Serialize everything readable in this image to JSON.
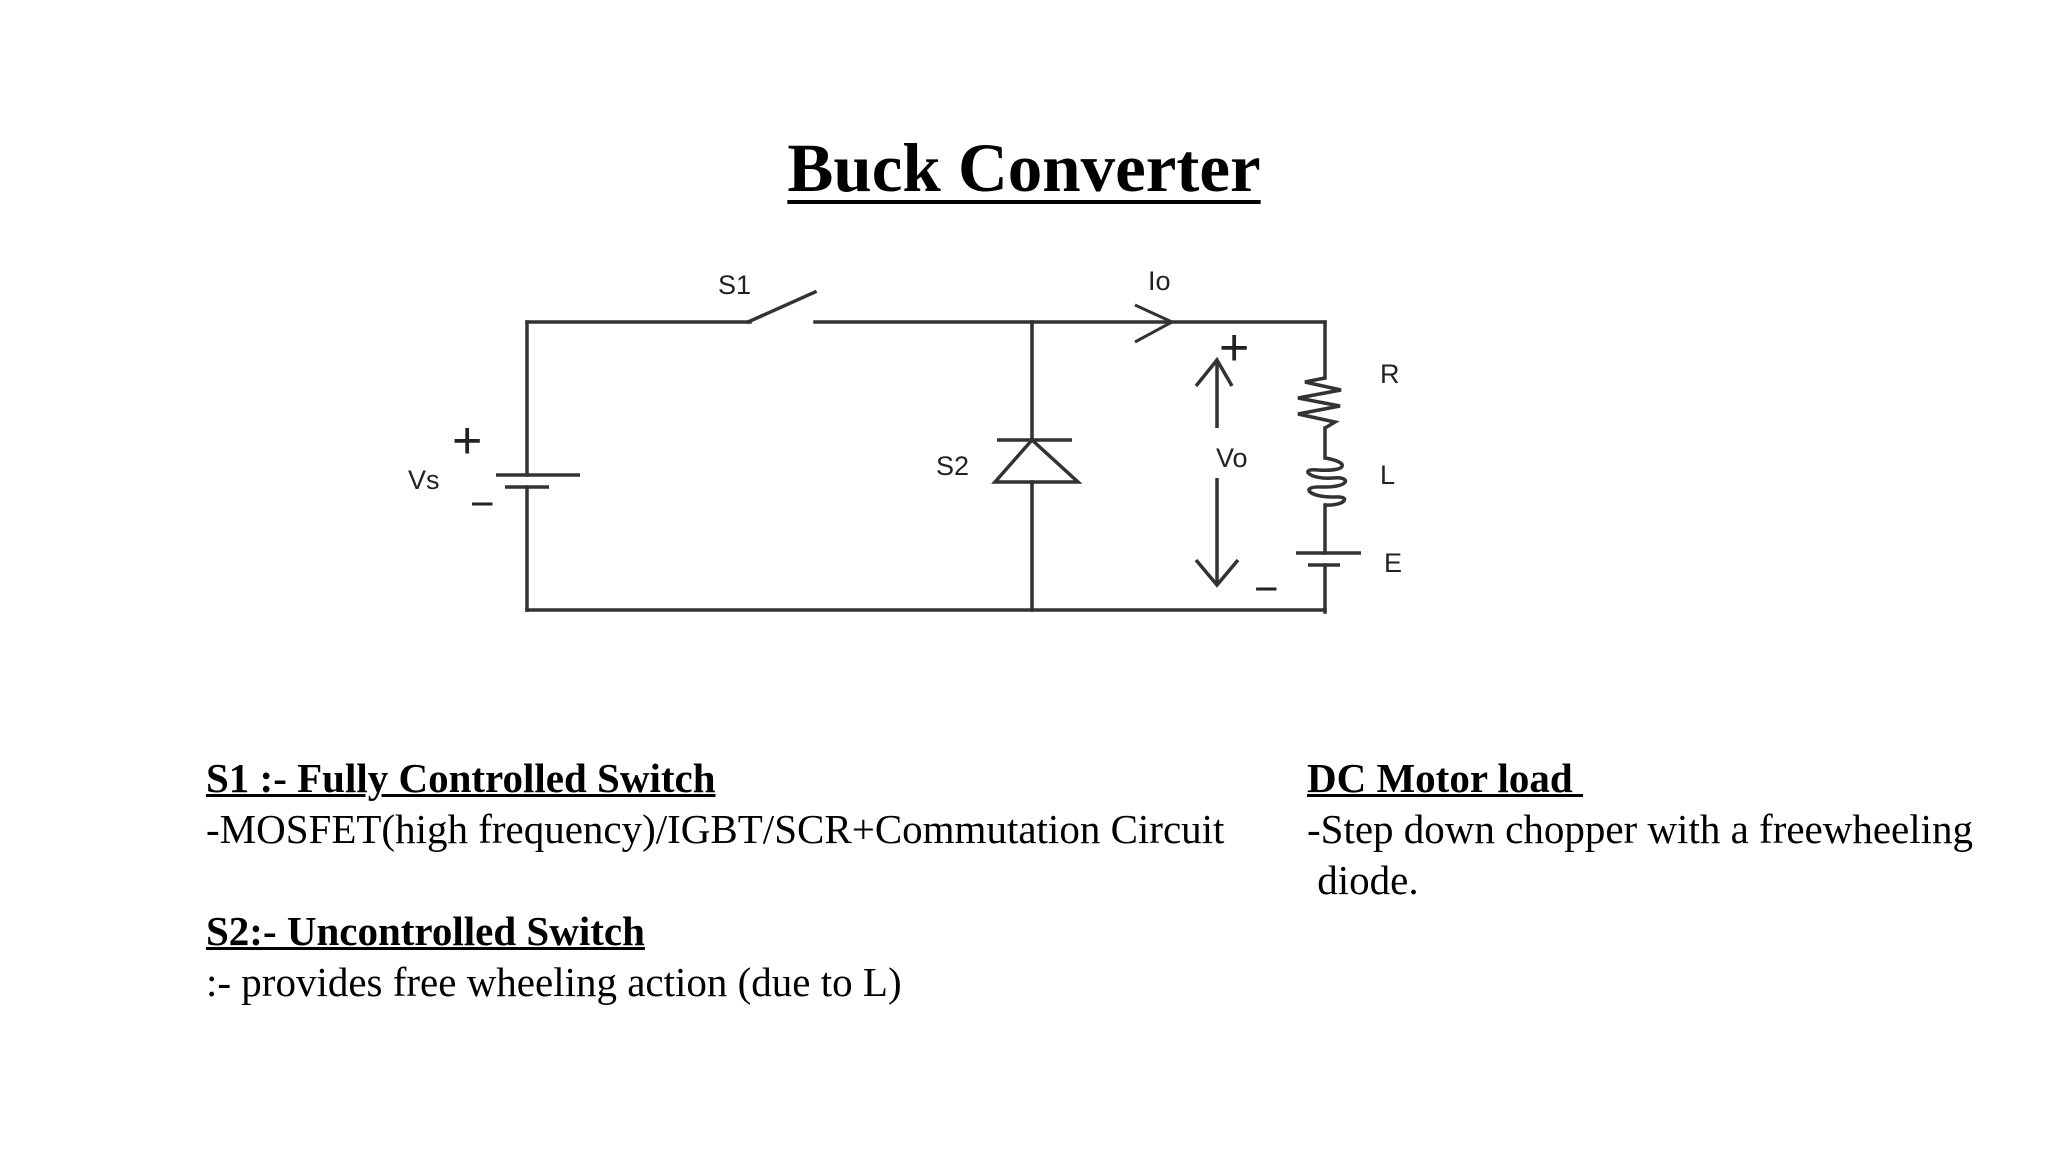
{
  "title": "Buck Converter",
  "circuit": {
    "labels": {
      "s1": "S1",
      "io": "Io",
      "vs": "Vs",
      "s2": "S2",
      "vo": "Vo",
      "r": "R",
      "l": "L",
      "e": "E",
      "vs_plus": "+",
      "vs_minus": "−",
      "vo_plus": "+",
      "vo_minus": "−"
    }
  },
  "notes": {
    "s1": {
      "heading": "S1 :- Fully Controlled Switch",
      "text": "-MOSFET(high frequency)/IGBT/SCR+Commutation Circuit"
    },
    "s2": {
      "heading": "S2:- Uncontrolled Switch",
      "text": ":- provides free wheeling action (due to L)"
    },
    "load": {
      "heading": "DC Motor load ",
      "line1": "-Step down chopper with a freewheeling",
      "line2": " diode."
    }
  }
}
